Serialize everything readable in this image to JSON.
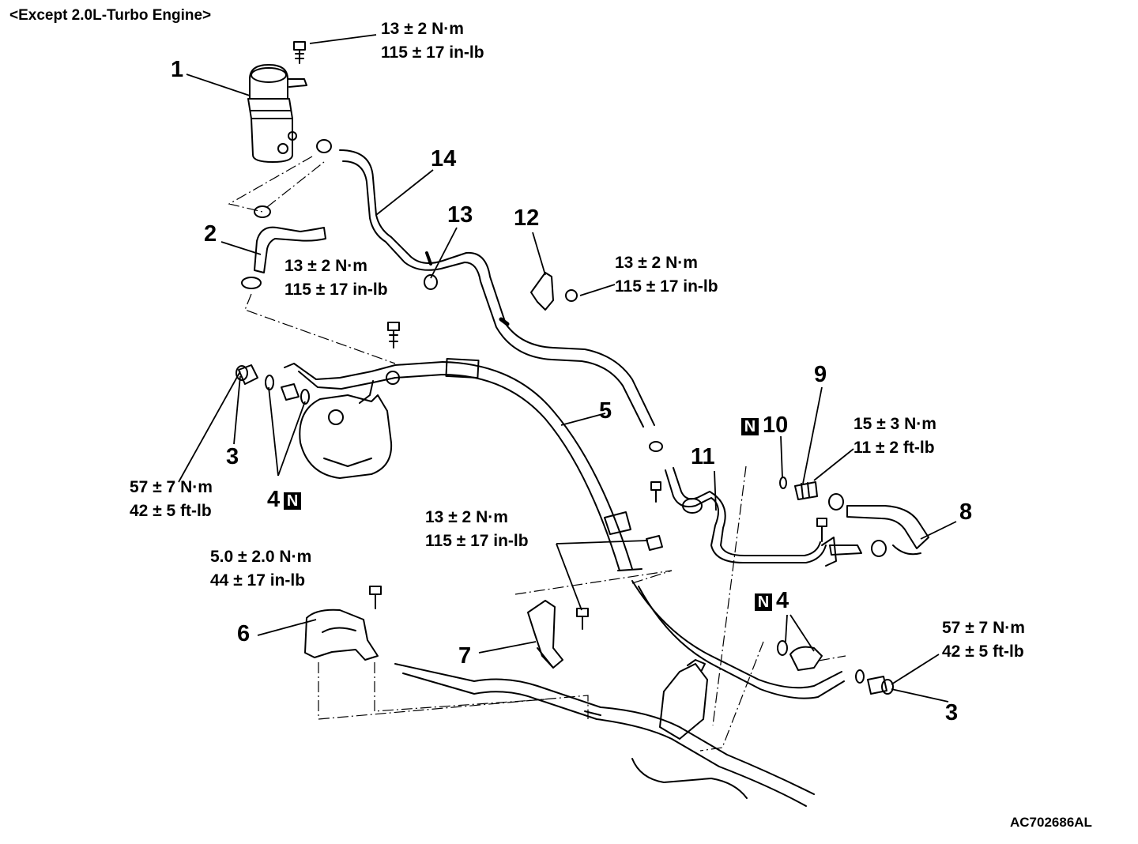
{
  "heading": "<Except 2.0L-Turbo Engine>",
  "figure_code": "AC702686AL",
  "new_part_marker": "N",
  "callouts": {
    "c1": "1",
    "c2": "2",
    "c3_left": "3",
    "c3_right": "3",
    "c4_left": "4",
    "c4_right": "4",
    "c5": "5",
    "c6": "6",
    "c7": "7",
    "c8": "8",
    "c9": "9",
    "c10": "10",
    "c11": "11",
    "c12": "12",
    "c13": "13",
    "c14": "14"
  },
  "torques": {
    "reservoir_bolt": {
      "line1": "13 ± 2 N·m",
      "line2": "115 ± 17 in-lb"
    },
    "pump_bracket_bolt": {
      "line1": "13 ± 2 N·m",
      "line2": "115 ± 17 in-lb"
    },
    "clamp_bolt_12": {
      "line1": "13 ± 2 N·m",
      "line2": "115 ± 17 in-lb"
    },
    "eye_bolt_left": {
      "line1": "57 ± 7 N·m",
      "line2": "42 ± 5 ft-lb"
    },
    "fitting_9": {
      "line1": "15 ± 3 N·m",
      "line2": "11 ± 2 ft-lb"
    },
    "clamp_bolt_7": {
      "line1": "13 ± 2 N·m",
      "line2": "115 ± 17 in-lb"
    },
    "clamp_bolt_6": {
      "line1": "5.0 ± 2.0 N·m",
      "line2": "44 ± 17 in-lb"
    },
    "eye_bolt_right": {
      "line1": "57 ± 7 N·m",
      "line2": "42 ± 5 ft-lb"
    }
  }
}
